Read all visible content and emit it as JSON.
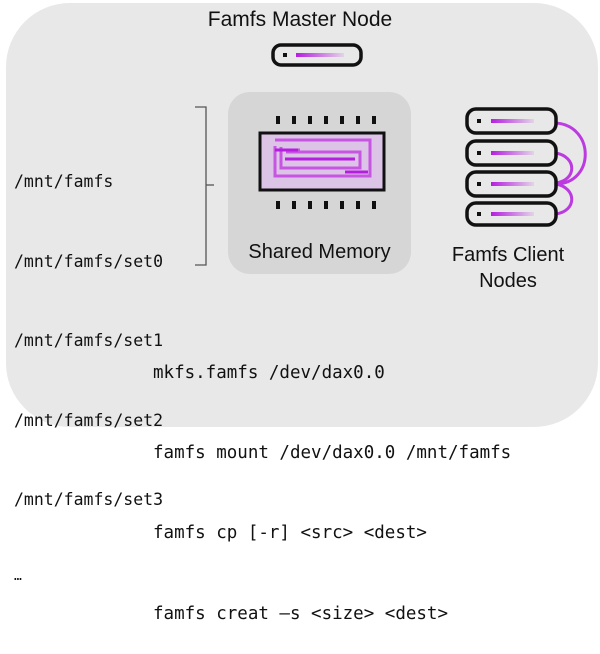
{
  "diagram": {
    "master_node": {
      "label": "Famfs Master Node",
      "icon": "server-icon"
    },
    "shared_memory": {
      "label": "Shared Memory",
      "icon": "memory-chip-icon"
    },
    "client_nodes": {
      "label_line1": "Famfs Client",
      "label_line2": "Nodes",
      "icon": "server-stack-icon",
      "count": 4
    },
    "paths": [
      "/mnt/famfs",
      "/mnt/famfs/set0",
      "/mnt/famfs/set1",
      "/mnt/famfs/set2",
      "/mnt/famfs/set3",
      "…"
    ],
    "commands": [
      "mkfs.famfs /dev/dax0.0",
      "famfs mount /dev/dax0.0 /mnt/famfs",
      "famfs cp [-r] <src> <dest>",
      "famfs creat –s <size> <dest>"
    ]
  },
  "colors": {
    "background": "#e8e8e8",
    "memory_box": "#d6d6d6",
    "accent": "#b51ee0",
    "outline": "#111111"
  }
}
